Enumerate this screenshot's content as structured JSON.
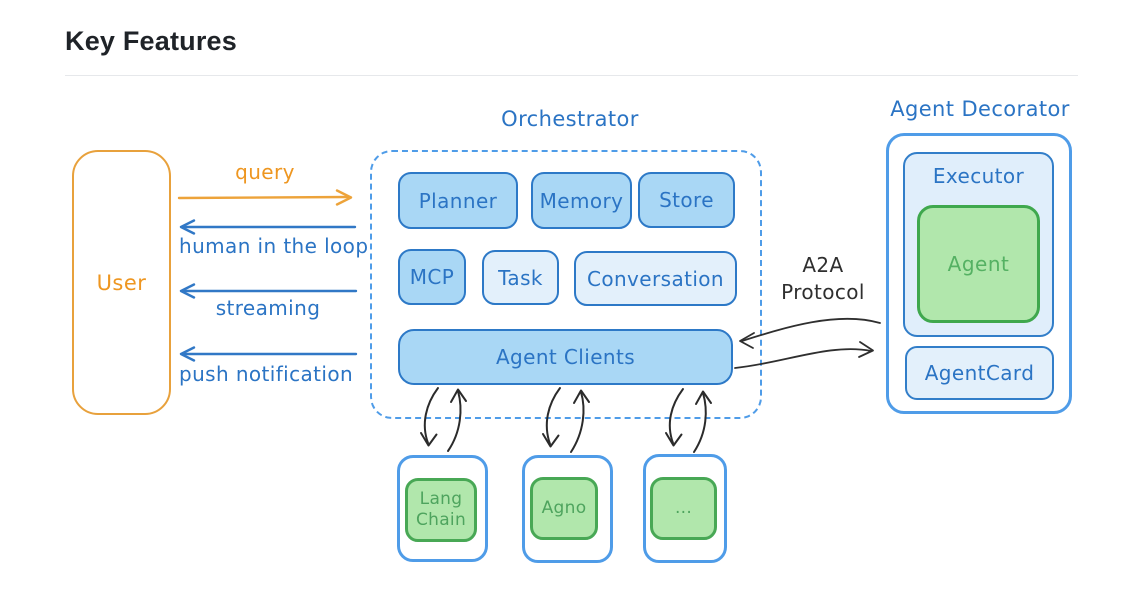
{
  "page": {
    "title": "Key Features"
  },
  "colors": {
    "blue_text": "#2b74c4",
    "blue_border": "#2d79c7",
    "blue_fill_medium": "#a9d7f5",
    "blue_fill_light": "#e3f0fb",
    "blue_bright": "#4f9ce8",
    "orange": "#ee9620",
    "green_fill": "#b1e7ac",
    "green_border": "#3fa84d",
    "green_text": "#55b163",
    "dark_stroke": "#2f2f2f"
  },
  "user": {
    "label": "User"
  },
  "flows": {
    "query": "query",
    "human_in_the_loop": "human in the loop",
    "streaming": "streaming",
    "push_notification": "push notification"
  },
  "orchestrator": {
    "title": "Orchestrator",
    "row1": [
      "Planner",
      "Memory",
      "Store"
    ],
    "row2": [
      "MCP",
      "Task",
      "Conversation"
    ],
    "agent_clients": "Agent Clients"
  },
  "a2a": {
    "line1": "A2A",
    "line2": "Protocol"
  },
  "agent_decorator": {
    "title": "Agent Decorator",
    "executor": "Executor",
    "agent": "Agent",
    "agent_card": "AgentCard"
  },
  "frameworks": [
    "Lang Chain",
    "Agno",
    "..."
  ]
}
